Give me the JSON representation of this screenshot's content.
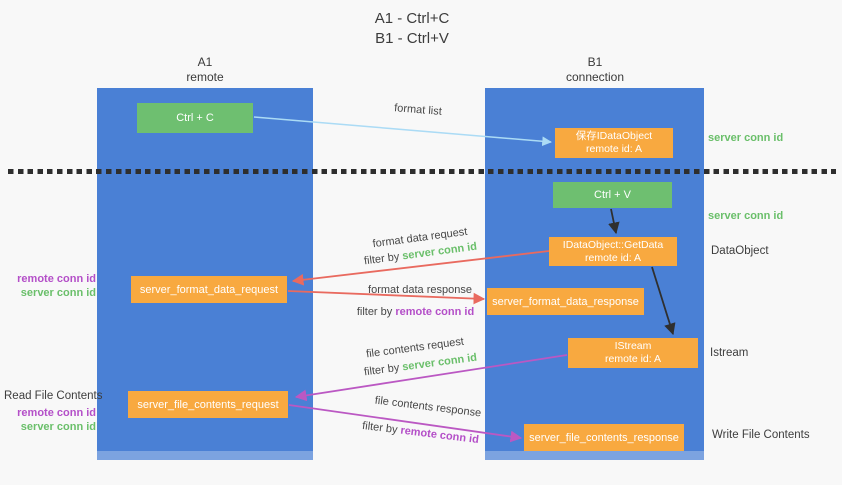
{
  "title": {
    "line1": "A1 - Ctrl+C",
    "line2": "B1 - Ctrl+V"
  },
  "lanes": {
    "left": {
      "name": "A1",
      "subtitle": "remote"
    },
    "right": {
      "name": "B1",
      "subtitle": "connection"
    }
  },
  "nodes": {
    "ctrl_c": {
      "label": "Ctrl + C"
    },
    "ctrl_v": {
      "label": "Ctrl + V"
    },
    "save_idataobject": {
      "line1": "保存IDataObject",
      "line2": "remote id: A"
    },
    "idataobject_getdata": {
      "line1": "IDataObject::GetData",
      "line2": "remote id: A"
    },
    "istream": {
      "line1": "IStream",
      "line2": "remote id: A"
    },
    "server_format_data_request": {
      "label": "server_format_data_request"
    },
    "server_format_data_response": {
      "label": "server_format_data_response"
    },
    "server_file_contents_request": {
      "label": "server_file_contents_request"
    },
    "server_file_contents_response": {
      "label": "server_file_contents_response"
    }
  },
  "edges": {
    "format_list": {
      "label": "format list"
    },
    "format_data_request": {
      "label": "format data request"
    },
    "format_data_response": {
      "label": "format data response"
    },
    "file_contents_request": {
      "label": "file contents request"
    },
    "file_contents_response": {
      "label": "file contents response"
    },
    "filter_by_prefix": "filter by "
  },
  "terms": {
    "server_conn_id": "server conn id",
    "remote_conn_id": "remote conn id"
  },
  "side_labels": {
    "read_file_contents": "Read File Contents",
    "write_file_contents": "Write File Contents",
    "dataobject": "DataObject",
    "istream": "Istream"
  },
  "colors": {
    "lane_blue": "#4a80d5",
    "box_green": "#6ebf70",
    "box_orange": "#f8a940",
    "text_green": "#6abf6a",
    "text_purple": "#b44fc8",
    "arrow_red": "#e96a5f",
    "arrow_magenta": "#bb58c3",
    "arrow_blue": "#abdbf5",
    "arrow_black": "#2f2f2f"
  }
}
